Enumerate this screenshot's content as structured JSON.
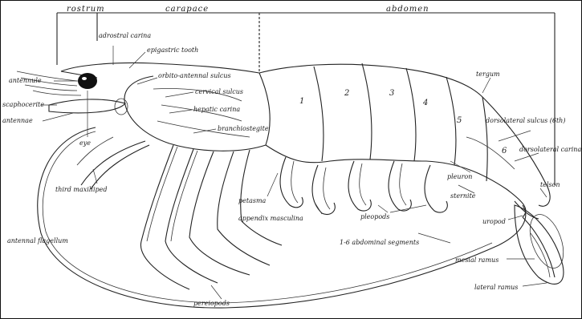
{
  "regions": {
    "rostrum": "rostrum",
    "carapace": "carapace",
    "abdomen": "abdomen"
  },
  "labels": {
    "adrostral_carina": "adrostral carina",
    "epigastric_tooth": "epigastric tooth",
    "orbito_antennal_sulcus": "orbito-antennal sulcus",
    "cervical_sulcus": "cervical sulcus",
    "hepatic_carina": "hepatic carina",
    "branchiostegite": "branchiostegite",
    "antennule": "antennule",
    "scaphocerite": "scaphocerite",
    "antennae": "antennae",
    "eye": "eye",
    "third_maxilliped": "third maxilliped",
    "antennal_flagellum": "antennal flagellum",
    "petasma": "petasma",
    "appendix_masculina": "appendix masculina",
    "pleopods": "pleopods",
    "pereiopods": "pereiopods",
    "abdominal_segments": "1-6 abdominal segments",
    "tergum": "tergum",
    "dorsolateral_sulcus": "dorsolateral sulcus (6th)",
    "dorsolateral_carina": "dorsolateral carina",
    "pleuron": "pleuron",
    "sternite": "sternite",
    "telson": "telson",
    "uropod": "uropod",
    "exopod": "mesial ramus",
    "endopod": "lateral ramus"
  },
  "segment_numbers": [
    "1",
    "2",
    "3",
    "4",
    "5",
    "6"
  ]
}
